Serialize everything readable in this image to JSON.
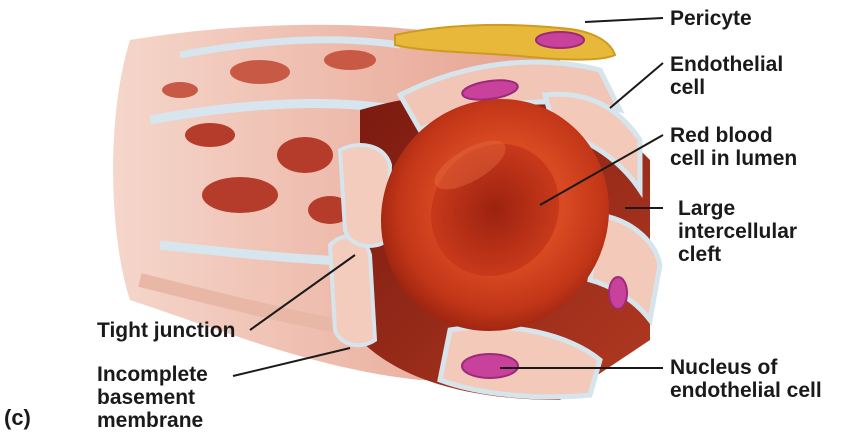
{
  "figure": {
    "panel_letter": "(c)",
    "labels": {
      "pericyte": [
        "Pericyte"
      ],
      "endothelial_cell": [
        "Endothelial",
        "cell"
      ],
      "red_blood_cell": [
        "Red blood",
        "cell in lumen"
      ],
      "intercellular_cleft": [
        "Large",
        "intercellular",
        "cleft"
      ],
      "nucleus": [
        "Nucleus of",
        "endothelial cell"
      ],
      "tight_junction": [
        "Tight junction"
      ],
      "basement_membrane": [
        "Incomplete",
        "basement",
        "membrane"
      ]
    },
    "colors": {
      "rbc_dark": "#a0220f",
      "rbc_mid": "#d3401c",
      "endothelium": "#f2c2b2",
      "wall_inner": "#c94a3a",
      "nucleus": "#c8419a",
      "pericyte": "#e5b53a",
      "membrane": "#cfe0ea"
    }
  }
}
